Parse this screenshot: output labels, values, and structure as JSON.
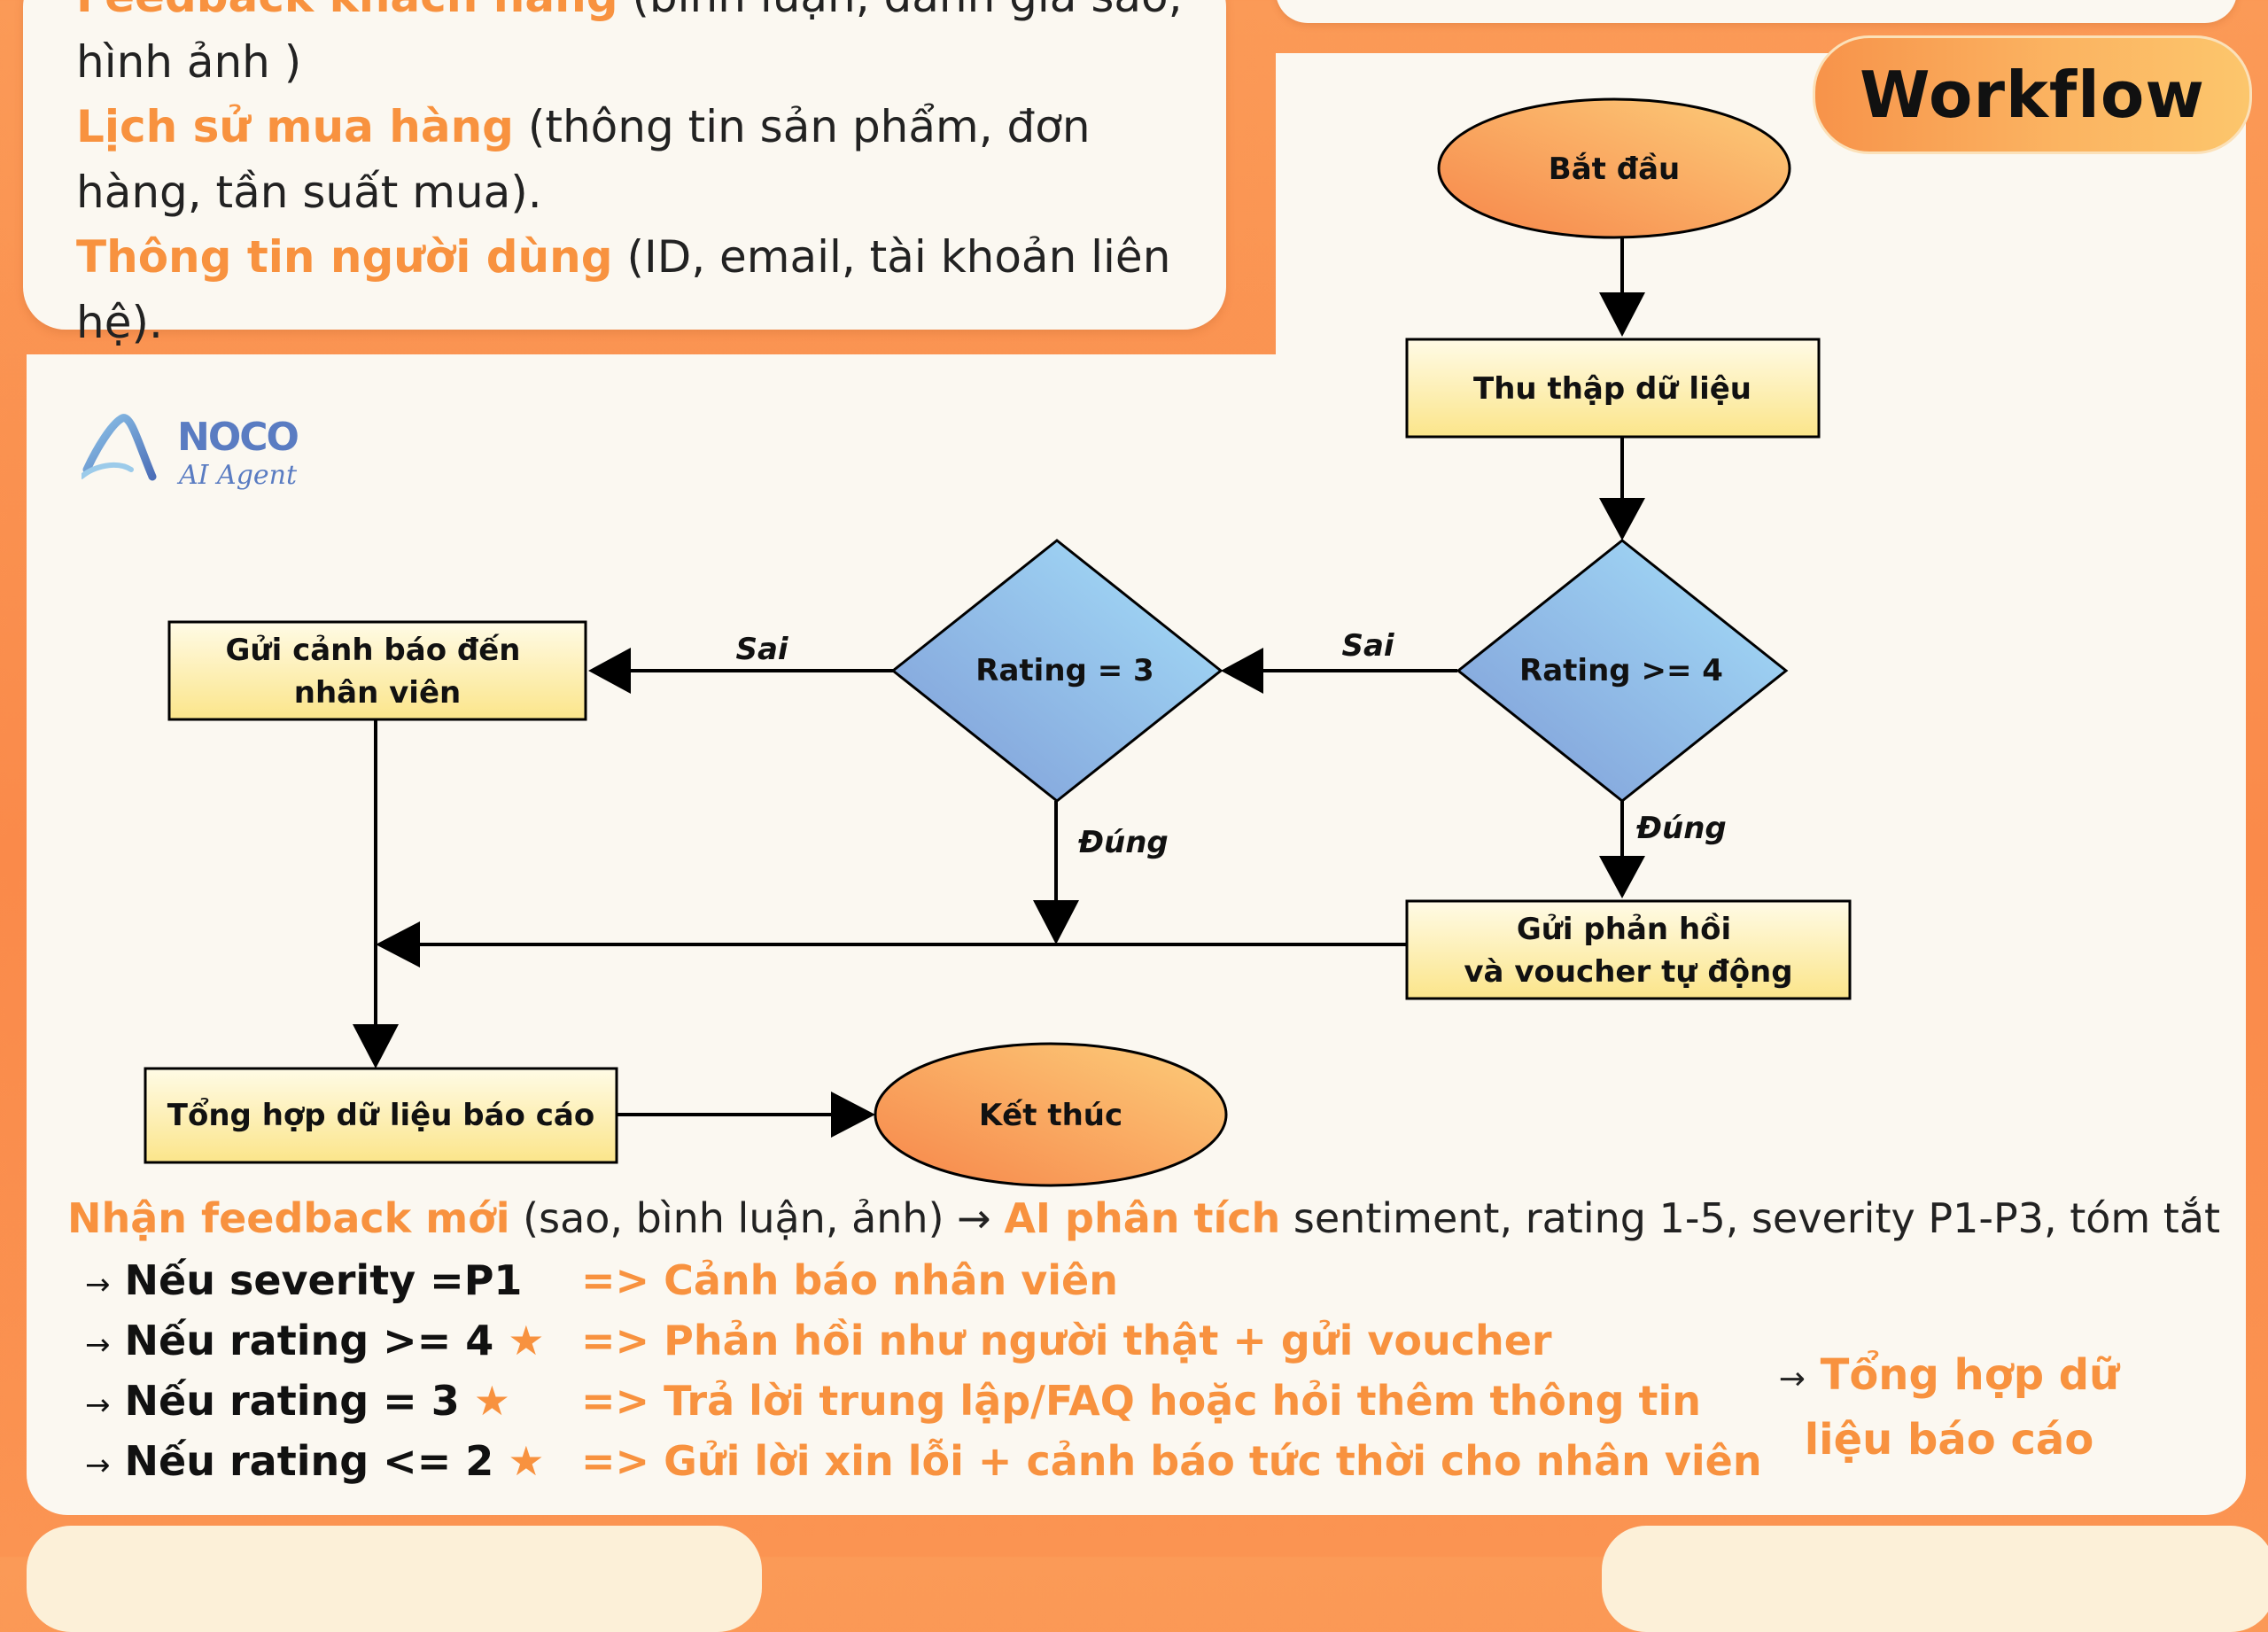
{
  "info_card": {
    "lines": [
      {
        "highlight": "Feedback khách hàng",
        "text": " (bình luận, đánh giá sao, hình ảnh )"
      },
      {
        "highlight": "Lịch sử mua hàng",
        "text": " (thông tin sản phẩm, đơn hàng, tần suất mua)."
      },
      {
        "highlight": "Thông tin người dùng",
        "text": " (ID, email, tài khoản liên hệ)."
      }
    ]
  },
  "badge": {
    "label": "Workflow"
  },
  "logo": {
    "brand": "NOCO",
    "sub": "AI Agent"
  },
  "nodes": {
    "start": "Bắt đầu",
    "collect": "Thu thập dữ liệu",
    "rating_ge4": "Rating >= 4",
    "rating_eq3": "Rating = 3",
    "alert_line1": "Gửi cảnh báo đến",
    "alert_line2": "nhân viên",
    "reply_line1": "Gửi phản hồi",
    "reply_line2": "và voucher tự động",
    "report": "Tổng hợp dữ liệu báo cáo",
    "end": "Kết thúc"
  },
  "edges": {
    "no_1": "Sai",
    "no_2": "Sai",
    "yes_1": "Đúng",
    "yes_2": "Đúng"
  },
  "summary": {
    "intro_hl1": "Nhận feedback mới",
    "intro_t1": " (sao, bình luận, ảnh) → ",
    "intro_hl2": "AI phân tích",
    "intro_t2": " sentiment, rating 1-5, severity P1-P3, tóm tắt",
    "rules": [
      {
        "condition": "Nếu severity =P1",
        "star": "",
        "action": "=>  Cảnh báo nhân viên"
      },
      {
        "condition": "Nếu rating >= 4",
        "star": "★",
        "action": "=>  Phản hồi như người thật + gửi voucher"
      },
      {
        "condition": "Nếu rating = 3",
        "star": "★",
        "action": "=> Trả lời trung lập/FAQ hoặc hỏi thêm thông tin"
      },
      {
        "condition": "Nếu rating <= 2",
        "star": "★",
        "action": "=> Gửi lời xin lỗi + cảnh báo tức thời cho nhân viên"
      }
    ],
    "arrow": "→",
    "total": "Tổng hợp dữ liệu báo cáo"
  },
  "colors": {
    "accent": "#f8923f",
    "background": "#fa8a4a",
    "card": "#fbf8f1",
    "process_fill_top": "#fffbe6",
    "process_fill_bottom": "#fbe58a",
    "decision_fill_top": "#a6e0fa",
    "decision_fill_bottom": "#7e9bd6",
    "terminal_fill_left": "#f7864a",
    "terminal_fill_right": "#fccd7a"
  }
}
